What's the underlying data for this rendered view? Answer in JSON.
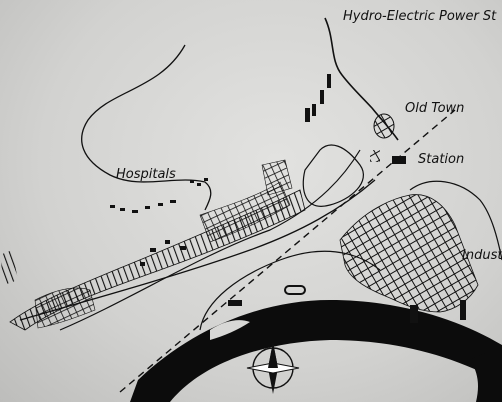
{
  "labels": {
    "power_station": "Hydro-Electric Power St",
    "old_town": "Old Town",
    "station": "Station",
    "hospitals": "Hospitals",
    "industry": "Indust"
  },
  "icons": {
    "compass": "compass-rose-icon"
  },
  "colors": {
    "paper": "#d8d8d6",
    "ink": "#111111"
  }
}
